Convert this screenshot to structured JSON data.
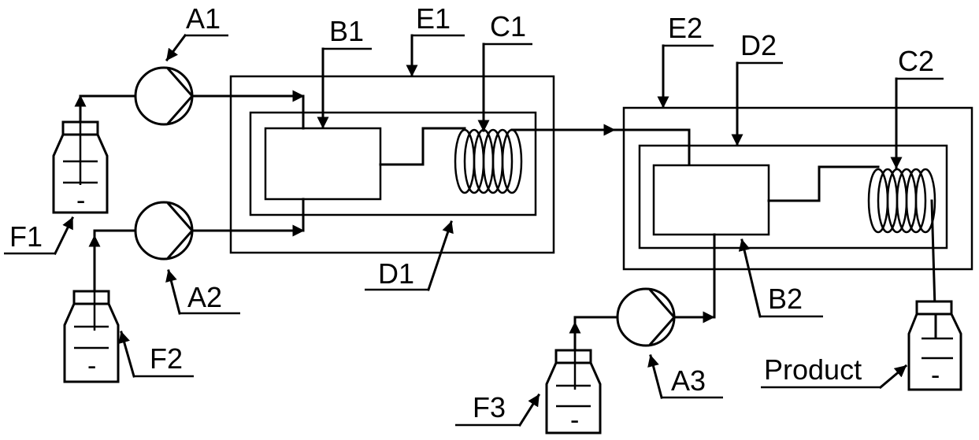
{
  "labels": {
    "A1": "A1",
    "A2": "A2",
    "A3": "A3",
    "B1": "B1",
    "B2": "B2",
    "C1": "C1",
    "C2": "C2",
    "D1": "D1",
    "D2": "D2",
    "E1": "E1",
    "E2": "E2",
    "F1": "F1",
    "F2": "F2",
    "F3": "F3",
    "product": "Product"
  },
  "bottle_marks": {
    "minus": "-"
  }
}
